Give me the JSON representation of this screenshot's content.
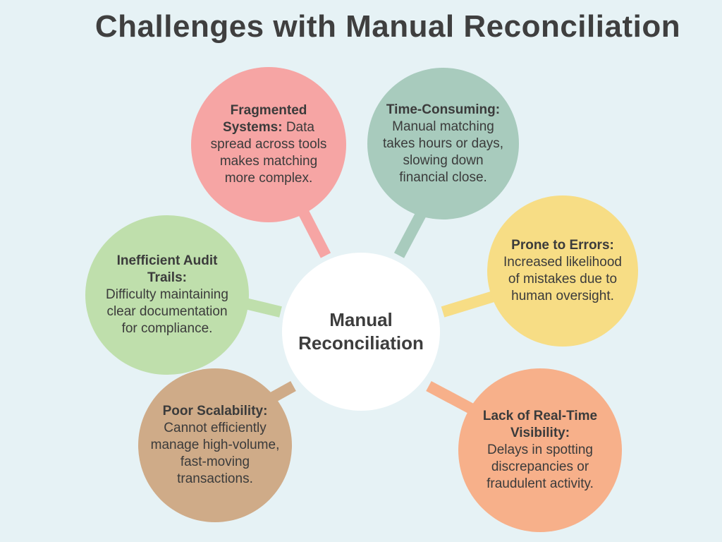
{
  "title": "Challenges with Manual Reconciliation",
  "center": {
    "line1": "Manual",
    "line2": "Reconciliation"
  },
  "challenges": {
    "fragmented": {
      "heading": "Fragmented Systems:",
      "body": "Data spread across tools makes matching more complex.",
      "color": "#f6a5a4"
    },
    "time": {
      "heading": "Time-Consuming:",
      "body": "Manual matching takes hours or days, slowing down financial close.",
      "color": "#a8cbbd"
    },
    "errors": {
      "heading": "Prone to Errors:",
      "body": "Increased likelihood of mistakes due to human oversight.",
      "color": "#f7dd85"
    },
    "visibility": {
      "heading": "Lack of Real-Time Visibility:",
      "body": "Delays in spotting discrepancies or fraudulent activity.",
      "color": "#f7b08a"
    },
    "scalability": {
      "heading": "Poor Scalability:",
      "body": "Cannot efficiently manage high-volume, fast-moving transactions.",
      "color": "#cfab88"
    },
    "audit": {
      "heading": "Inefficient Audit Trails:",
      "body": "Difficulty maintaining clear documentation for compliance.",
      "color": "#bfdfac"
    }
  }
}
